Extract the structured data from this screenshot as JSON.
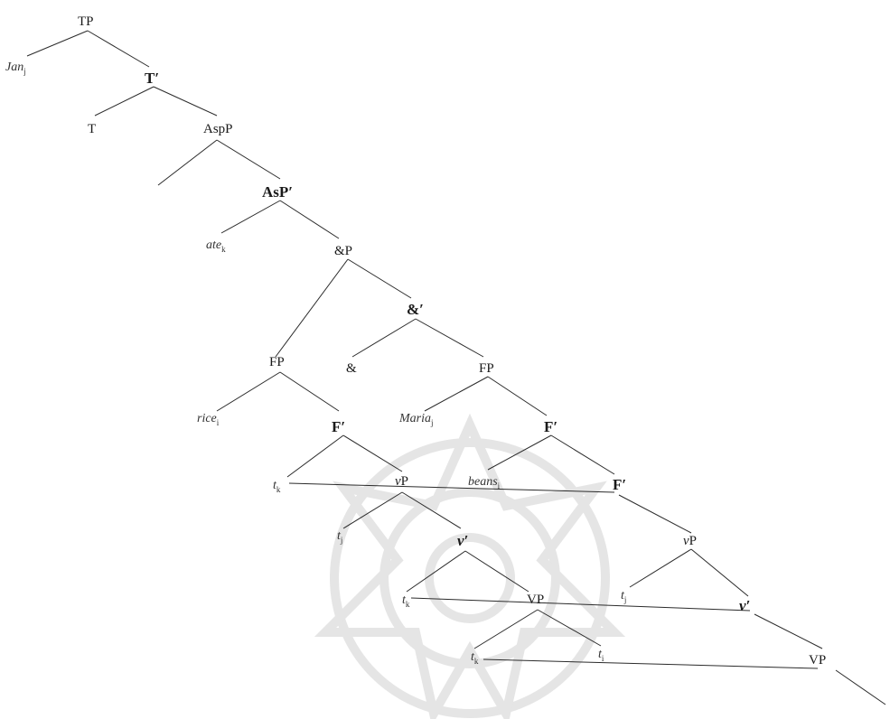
{
  "nodes": {
    "tp": {
      "label": "TP"
    },
    "jan": {
      "label": "Jan",
      "sub": "j"
    },
    "tbar1": {
      "label": "T′"
    },
    "t": {
      "label": "T"
    },
    "aspp": {
      "label": "AspP"
    },
    "aspbar": {
      "label": "AsP′"
    },
    "ate": {
      "label": "ate",
      "sub": "k"
    },
    "andp": {
      "label": "&P"
    },
    "andbar": {
      "label": "&′"
    },
    "fp1": {
      "label": "FP"
    },
    "and": {
      "label": "&"
    },
    "fp2": {
      "label": "FP"
    },
    "rice": {
      "label": "rice",
      "sub": "i"
    },
    "fbar1": {
      "label": "F′"
    },
    "maria": {
      "label": "Maria",
      "sub": "j"
    },
    "fbar2": {
      "label": "F′"
    },
    "tk1": {
      "label": "t",
      "sub": "k"
    },
    "vp1": {
      "label": "vP",
      "italic_prefix": "v",
      "rest": "P"
    },
    "beans": {
      "label": "beans",
      "sub": "i"
    },
    "fbar3": {
      "label": "F′"
    },
    "tj1": {
      "label": "t",
      "sub": "j"
    },
    "vbar1": {
      "label": "v′"
    },
    "vp2": {
      "label": "vP",
      "italic_prefix": "v",
      "rest": "P"
    },
    "tk2": {
      "label": "t",
      "sub": "k"
    },
    "VP1": {
      "label": "VP"
    },
    "tj2": {
      "label": "t",
      "sub": "j"
    },
    "vbar2": {
      "label": "v′"
    },
    "tk3": {
      "label": "t",
      "sub": "k"
    },
    "ti1": {
      "label": "t",
      "sub": "i"
    },
    "VP2": {
      "label": "VP"
    }
  },
  "watermark": {
    "description_icon": "ornamental-star-watermark"
  }
}
